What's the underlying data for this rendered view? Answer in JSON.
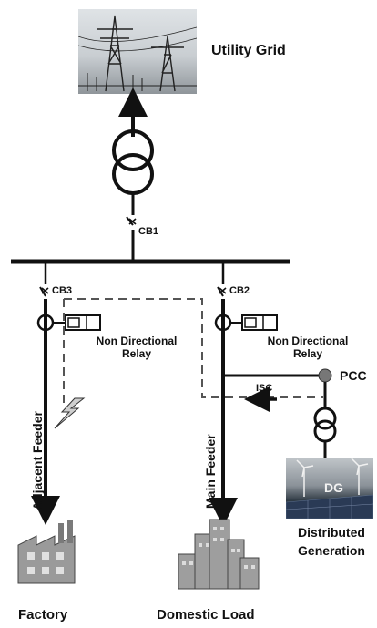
{
  "labels": {
    "utility_grid": "Utility Grid",
    "cb1": "CB1",
    "cb2": "CB2",
    "cb3": "CB3",
    "relay_left_line1": "Non Directional",
    "relay_left_line2": "Relay",
    "relay_right_line1": "Non Directional",
    "relay_right_line2": "Relay",
    "pcc": "PCC",
    "isc": "ISC",
    "adjacent_feeder": "Adjacent Feeder",
    "main_feeder": "Main Feeder",
    "dg": "DG",
    "distributed_line1": "Distributed",
    "distributed_line2": "Generation",
    "factory": "Factory",
    "domestic_load": "Domestic Load"
  },
  "icons": {
    "transmission_tower": "transmission-tower-icon",
    "transformer": "transformer-icon",
    "circuit_breaker": "circuit-breaker-icon",
    "current_transformer": "current-transformer-icon",
    "relay": "relay-icon",
    "fault": "lightning-fault-icon",
    "wind_solar": "wind-solar-icon",
    "factory": "factory-icon",
    "city": "city-buildings-icon"
  }
}
